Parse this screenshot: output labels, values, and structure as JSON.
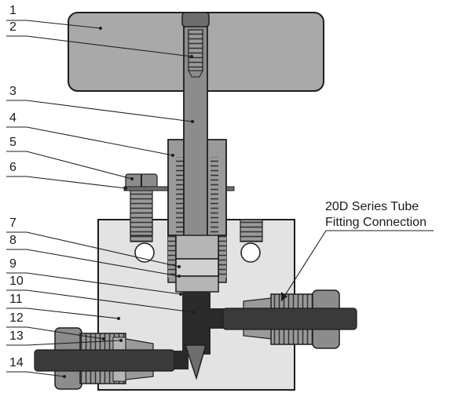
{
  "callouts": [
    {
      "label": "1",
      "part": "handle"
    },
    {
      "label": "2",
      "part": "set-screw"
    },
    {
      "label": "3",
      "part": "stem"
    },
    {
      "label": "4",
      "part": "bonnet"
    },
    {
      "label": "5",
      "part": "lock-screw"
    },
    {
      "label": "6",
      "part": "lock-plate"
    },
    {
      "label": "7",
      "part": "packing-gland"
    },
    {
      "label": "8",
      "part": "packing"
    },
    {
      "label": "9",
      "part": "packing-washer"
    },
    {
      "label": "10",
      "part": "stem-tip"
    },
    {
      "label": "11",
      "part": "body"
    },
    {
      "label": "12",
      "part": "front-ferrule"
    },
    {
      "label": "13",
      "part": "back-ferrule"
    },
    {
      "label": "14",
      "part": "nut"
    }
  ],
  "connection_label": {
    "line1": "20D Series Tube",
    "line2": "Fitting Connection"
  },
  "colors": {
    "handle": "#a9a9a9",
    "body": "#e3e3e3",
    "stem": "#8c8c8c",
    "dark_part": "#4a4a4a",
    "tube": "#3a3a3a",
    "outline": "#1e1e1e"
  }
}
